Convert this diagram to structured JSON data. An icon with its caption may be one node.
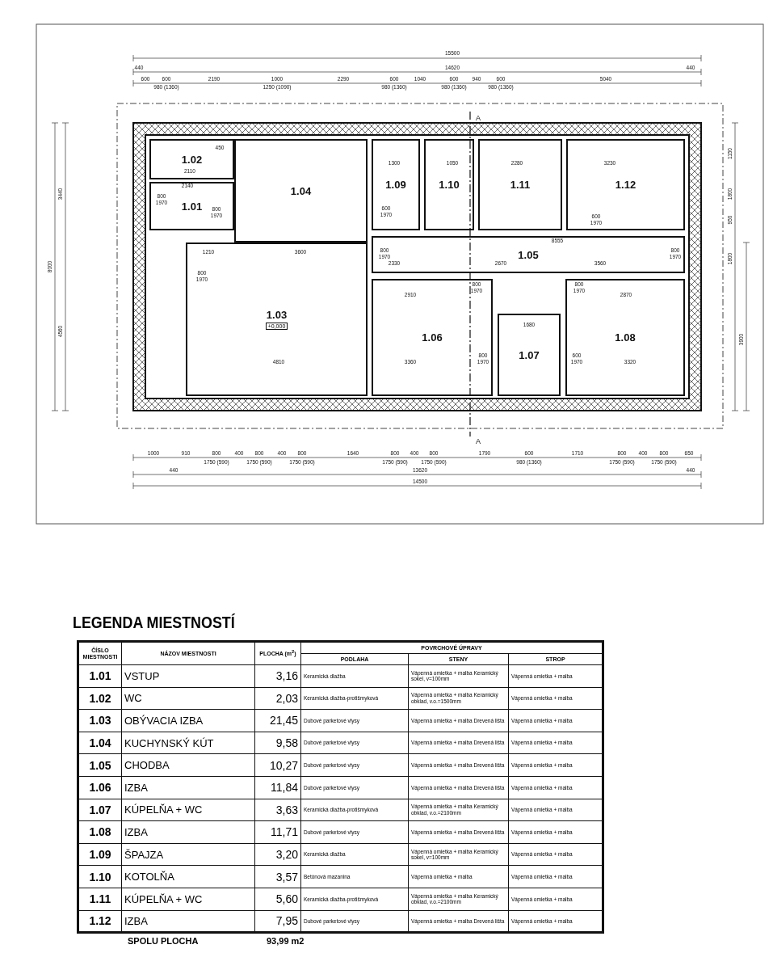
{
  "diagram": {
    "nodes": [
      {
        "text": [
          "1.01"
        ]
      },
      {
        "text": [
          "1.02"
        ]
      },
      {
        "text": [
          "1.03",
          "+0,000"
        ]
      },
      {
        "text": [
          "1.04"
        ]
      },
      {
        "text": [
          "1.05"
        ]
      },
      {
        "text": [
          "1.06"
        ]
      },
      {
        "text": [
          "1.07"
        ]
      },
      {
        "text": [
          "1.08"
        ]
      },
      {
        "text": [
          "1.09"
        ]
      },
      {
        "text": [
          "1.10"
        ]
      },
      {
        "text": [
          "1.11"
        ]
      },
      {
        "text": [
          "1.12"
        ]
      }
    ],
    "edges": [],
    "labels": [
      "15500",
      "440",
      "14620",
      "440",
      "600",
      "600",
      "980 (1360)",
      "2190",
      "1000",
      "1250 (1090)",
      "2290",
      "600",
      "980 (1360)",
      "1040",
      "600",
      "980 (1360)",
      "940",
      "600",
      "980 (1360)",
      "5040",
      "1000",
      "910",
      "800",
      "1750 (590)",
      "400",
      "800",
      "1750 (590)",
      "400",
      "800",
      "1750 (590)",
      "1640",
      "800",
      "1750 (590)",
      "400",
      "800",
      "1750 (590)",
      "1790",
      "600",
      "980 (1360)",
      "1710",
      "800",
      "1750 (590)",
      "400",
      "800",
      "1750 (590)",
      "650",
      "440",
      "13620",
      "440",
      "14500",
      "8000",
      "3440",
      "4560",
      "1150",
      "1800",
      "950",
      "1800",
      "3900",
      "A",
      "A",
      "2110",
      "450",
      "2140",
      "1210",
      "3600",
      "4810",
      "3360",
      "2910",
      "8555",
      "2330",
      "2670",
      "3560",
      "2870",
      "3320",
      "1680",
      "1300",
      "1050",
      "2280",
      "3230",
      "800",
      "1970",
      "800",
      "1970",
      "800",
      "1970",
      "600",
      "1970",
      "800",
      "1970",
      "800",
      "1970",
      "600",
      "1970",
      "600",
      "1970",
      "800",
      "1970",
      "800",
      "1970",
      "800",
      "1970",
      "LEGENDA MIESTNOSTÍ",
      "ČÍSLO MIESTNOSTI",
      "NÁZOV MIESTNOSTI",
      "PLOCHA (m$^{2}$)",
      "POVRCHOVÉ ÚPRAVY",
      "PODLAHA",
      "STENY",
      "STROP",
      "1.01",
      "VSTUP",
      "3,16",
      "Keramická dlažba",
      "Vápenná omietka + malba Keramický sokel, v=100mm",
      "Vápenná omietka + malba",
      "1.02",
      "WC",
      "2,03",
      "Keramická dlažba-protišmyková",
      "Vápenná omietka + malba Keramický obklad, v.o.=1500mm",
      "Vápenná omietka + malba",
      "1.03",
      "OBÝVACIA IZBA",
      "21,45",
      "Dubové parketové vlysy",
      "Vápenná omietka + malba Drevená lišta",
      "Vápenná omietka + malba",
      "1.04",
      "KUCHYNSKÝ KÚT",
      "9,58",
      "Dubové parketové vlysy",
      "Vápenná omietka + malba Drevená lišta",
      "Vápenná omietka + malba",
      "1.05",
      "CHODBA",
      "10,27",
      "Dubové parketové vlysy",
      "Vápenná omietka + malba Drevená lišta",
      "Vápenná omietka + malba",
      "1.06",
      "IZBA",
      "11,84",
      "Dubové parketové vlysy",
      "Vápenná omietka + malba Drevená lišta",
      "Vápenná omietka + malba",
      "1.07",
      "KÚPELŇA + WC",
      "3,63",
      "Keramická dlažba-protišmyková",
      "Vápenná omietka + malba Keramický obklad, v.o.=2100mm",
      "Vápenná omietka + malba",
      "1.08",
      "IZBA",
      "11,71",
      "Dubové parketové vlysy",
      "Vápenná omietka + malba Drevená lišta",
      "Vápenná omietka + malba",
      "1.09",
      "ŠPAJZA",
      "3,20",
      "Keramická dlažba",
      "Vápenná omietka + malba Keramický sokel, v=100mm",
      "Vápenná omietka + malba",
      "1.10",
      "KOTOLŇA",
      "3,57",
      "Betónová mazanina",
      "Vápenná omietka + malba",
      "Vápenná omietka + malba",
      "1.11",
      "KÚPELŇA + WC",
      "5,60",
      "Keramická dlažba-protišmyková",
      "Vápenná omietka + malba Keramický obklad, v.o.=2100mm",
      "Vápenná omietka + malba",
      "1.12",
      "IZBA",
      "7,95",
      "Dubové parketové vlysy",
      "Vápenná omietka + malba Drevená lišta",
      "Vápenná omietka + malba",
      "SPOLU PLOCHA",
      "93,99 m2"
    ]
  }
}
